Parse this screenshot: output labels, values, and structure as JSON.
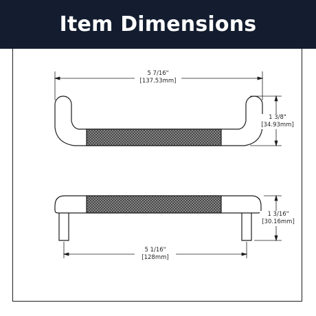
{
  "title": "Item Dimensions",
  "top_view": {
    "length_in": "5 7/16\"",
    "length_mm": "[137.53mm]",
    "projection_in": "1 3/8\"",
    "projection_mm": "[34.93mm]"
  },
  "side_view": {
    "center_in": "5 1/16\"",
    "center_mm": "[128mm]",
    "height_in": "1 3/16\"",
    "height_mm": "[30.16mm]"
  },
  "colors": {
    "banner": "#131d2f",
    "line": "#1c1c1c",
    "knurl": "#5a5a5a"
  }
}
